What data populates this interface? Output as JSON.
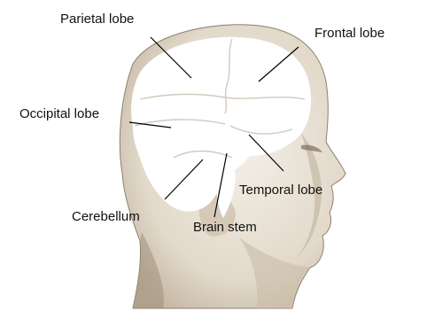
{
  "labels": {
    "parietal": "Parietal lobe",
    "frontal": "Frontal lobe",
    "occipital": "Occipital lobe",
    "temporal": "Temporal lobe",
    "cerebellum": "Cerebellum",
    "brainstem": "Brain stem"
  },
  "colors": {
    "skin_light": "#ece6db",
    "skin_shade": "#b8ab98",
    "outline": "#8d7f6c",
    "brain": "#ffffff",
    "leader": "#000000"
  }
}
